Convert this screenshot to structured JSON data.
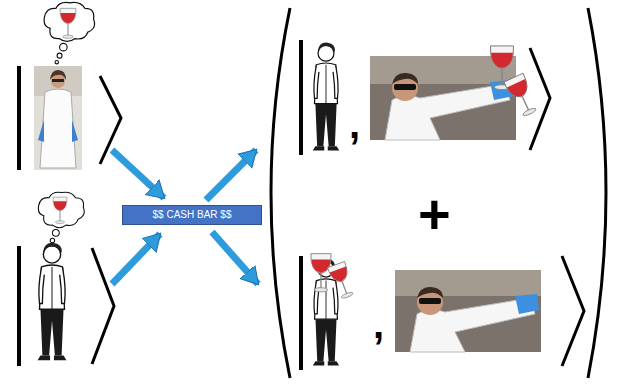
{
  "diagram": {
    "nodes": [
      {
        "text": [
          "$$ CASH BAR $$"
        ]
      }
    ],
    "labels": [
      ",",
      "+",
      ","
    ]
  }
}
